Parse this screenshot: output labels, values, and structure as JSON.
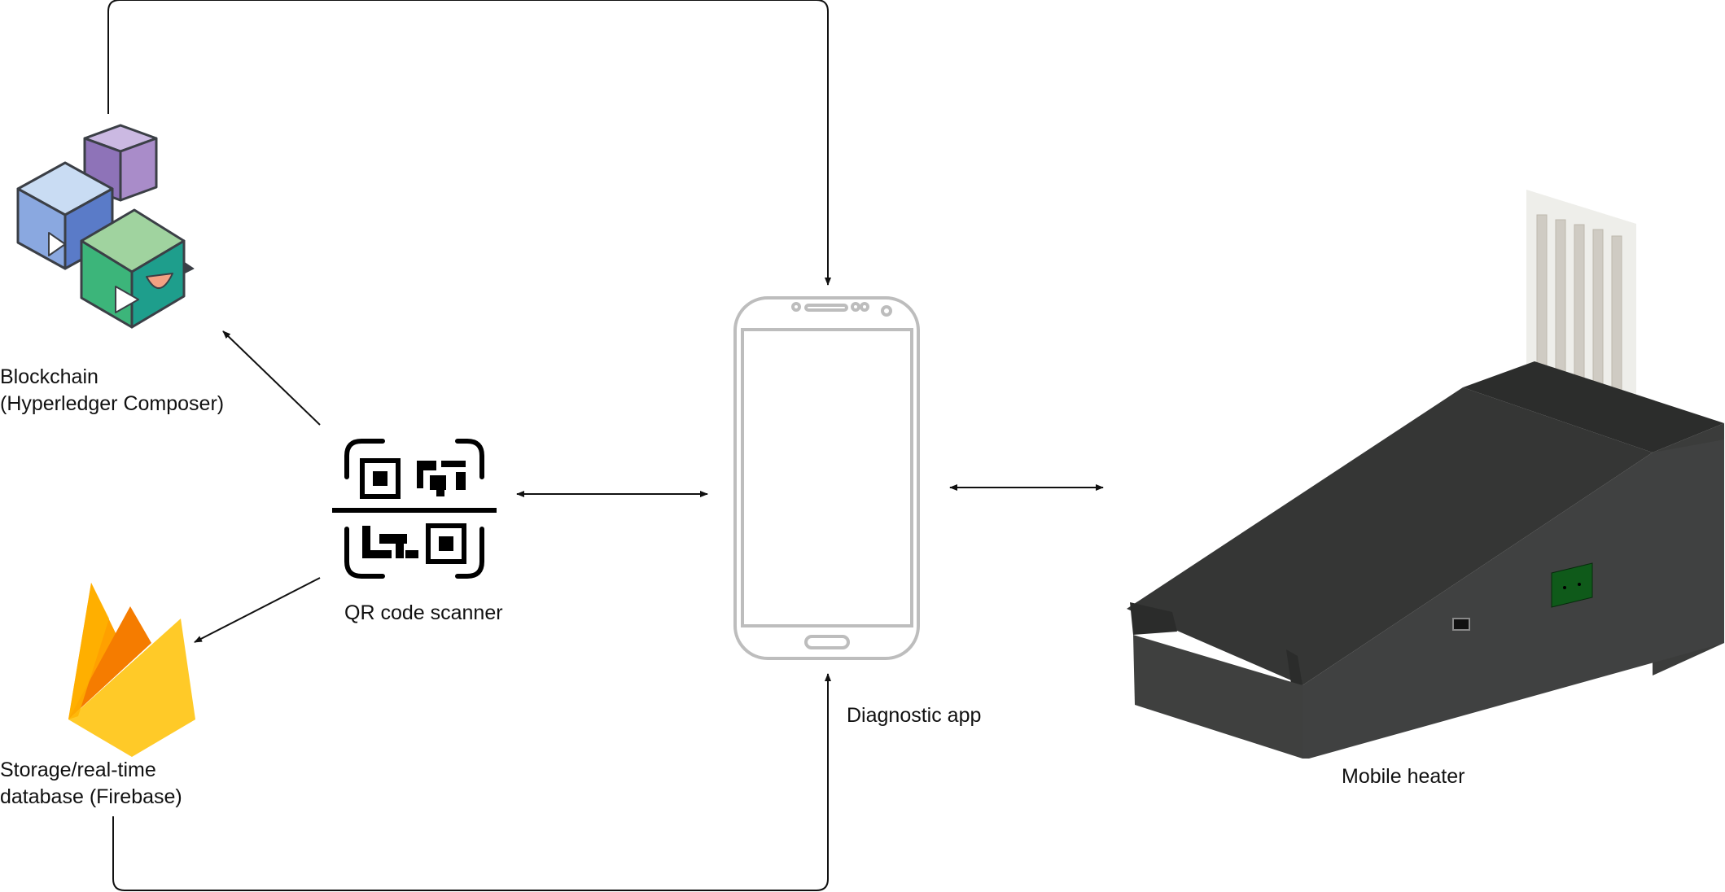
{
  "nodes": {
    "blockchain": {
      "line1": "Blockchain",
      "line2": "(Hyperledger Composer)",
      "icon": "hyperledger-cubes-icon"
    },
    "qr_scanner": {
      "label": "QR code scanner",
      "icon": "qr-code-icon"
    },
    "diagnostic_app": {
      "label": "Diagnostic app",
      "icon": "smartphone-icon"
    },
    "firebase": {
      "line1": "Storage/real-time",
      "line2": "database (Firebase)",
      "icon": "firebase-flame-icon"
    },
    "mobile_heater": {
      "label": "Mobile heater",
      "icon": "heater-device-icon"
    }
  },
  "connections": [
    {
      "from": "blockchain",
      "to": "diagnostic_app",
      "direction": "one-way"
    },
    {
      "from": "qr_scanner",
      "to": "blockchain",
      "direction": "one-way"
    },
    {
      "from": "qr_scanner",
      "to": "firebase",
      "direction": "one-way"
    },
    {
      "from": "qr_scanner",
      "to": "diagnostic_app",
      "direction": "two-way"
    },
    {
      "from": "diagnostic_app",
      "to": "mobile_heater",
      "direction": "two-way"
    },
    {
      "from": "firebase",
      "to": "diagnostic_app",
      "direction": "one-way"
    }
  ],
  "colors": {
    "line": "#111111",
    "phone_outline": "#bdbdbd",
    "heater_body": "#3a3b3a",
    "firebase_yellow": "#ffca28",
    "firebase_orange": "#f6820c",
    "cube_green": "#3cb57a",
    "cube_blue": "#8aa8e0",
    "cube_purple": "#a98cc9"
  }
}
